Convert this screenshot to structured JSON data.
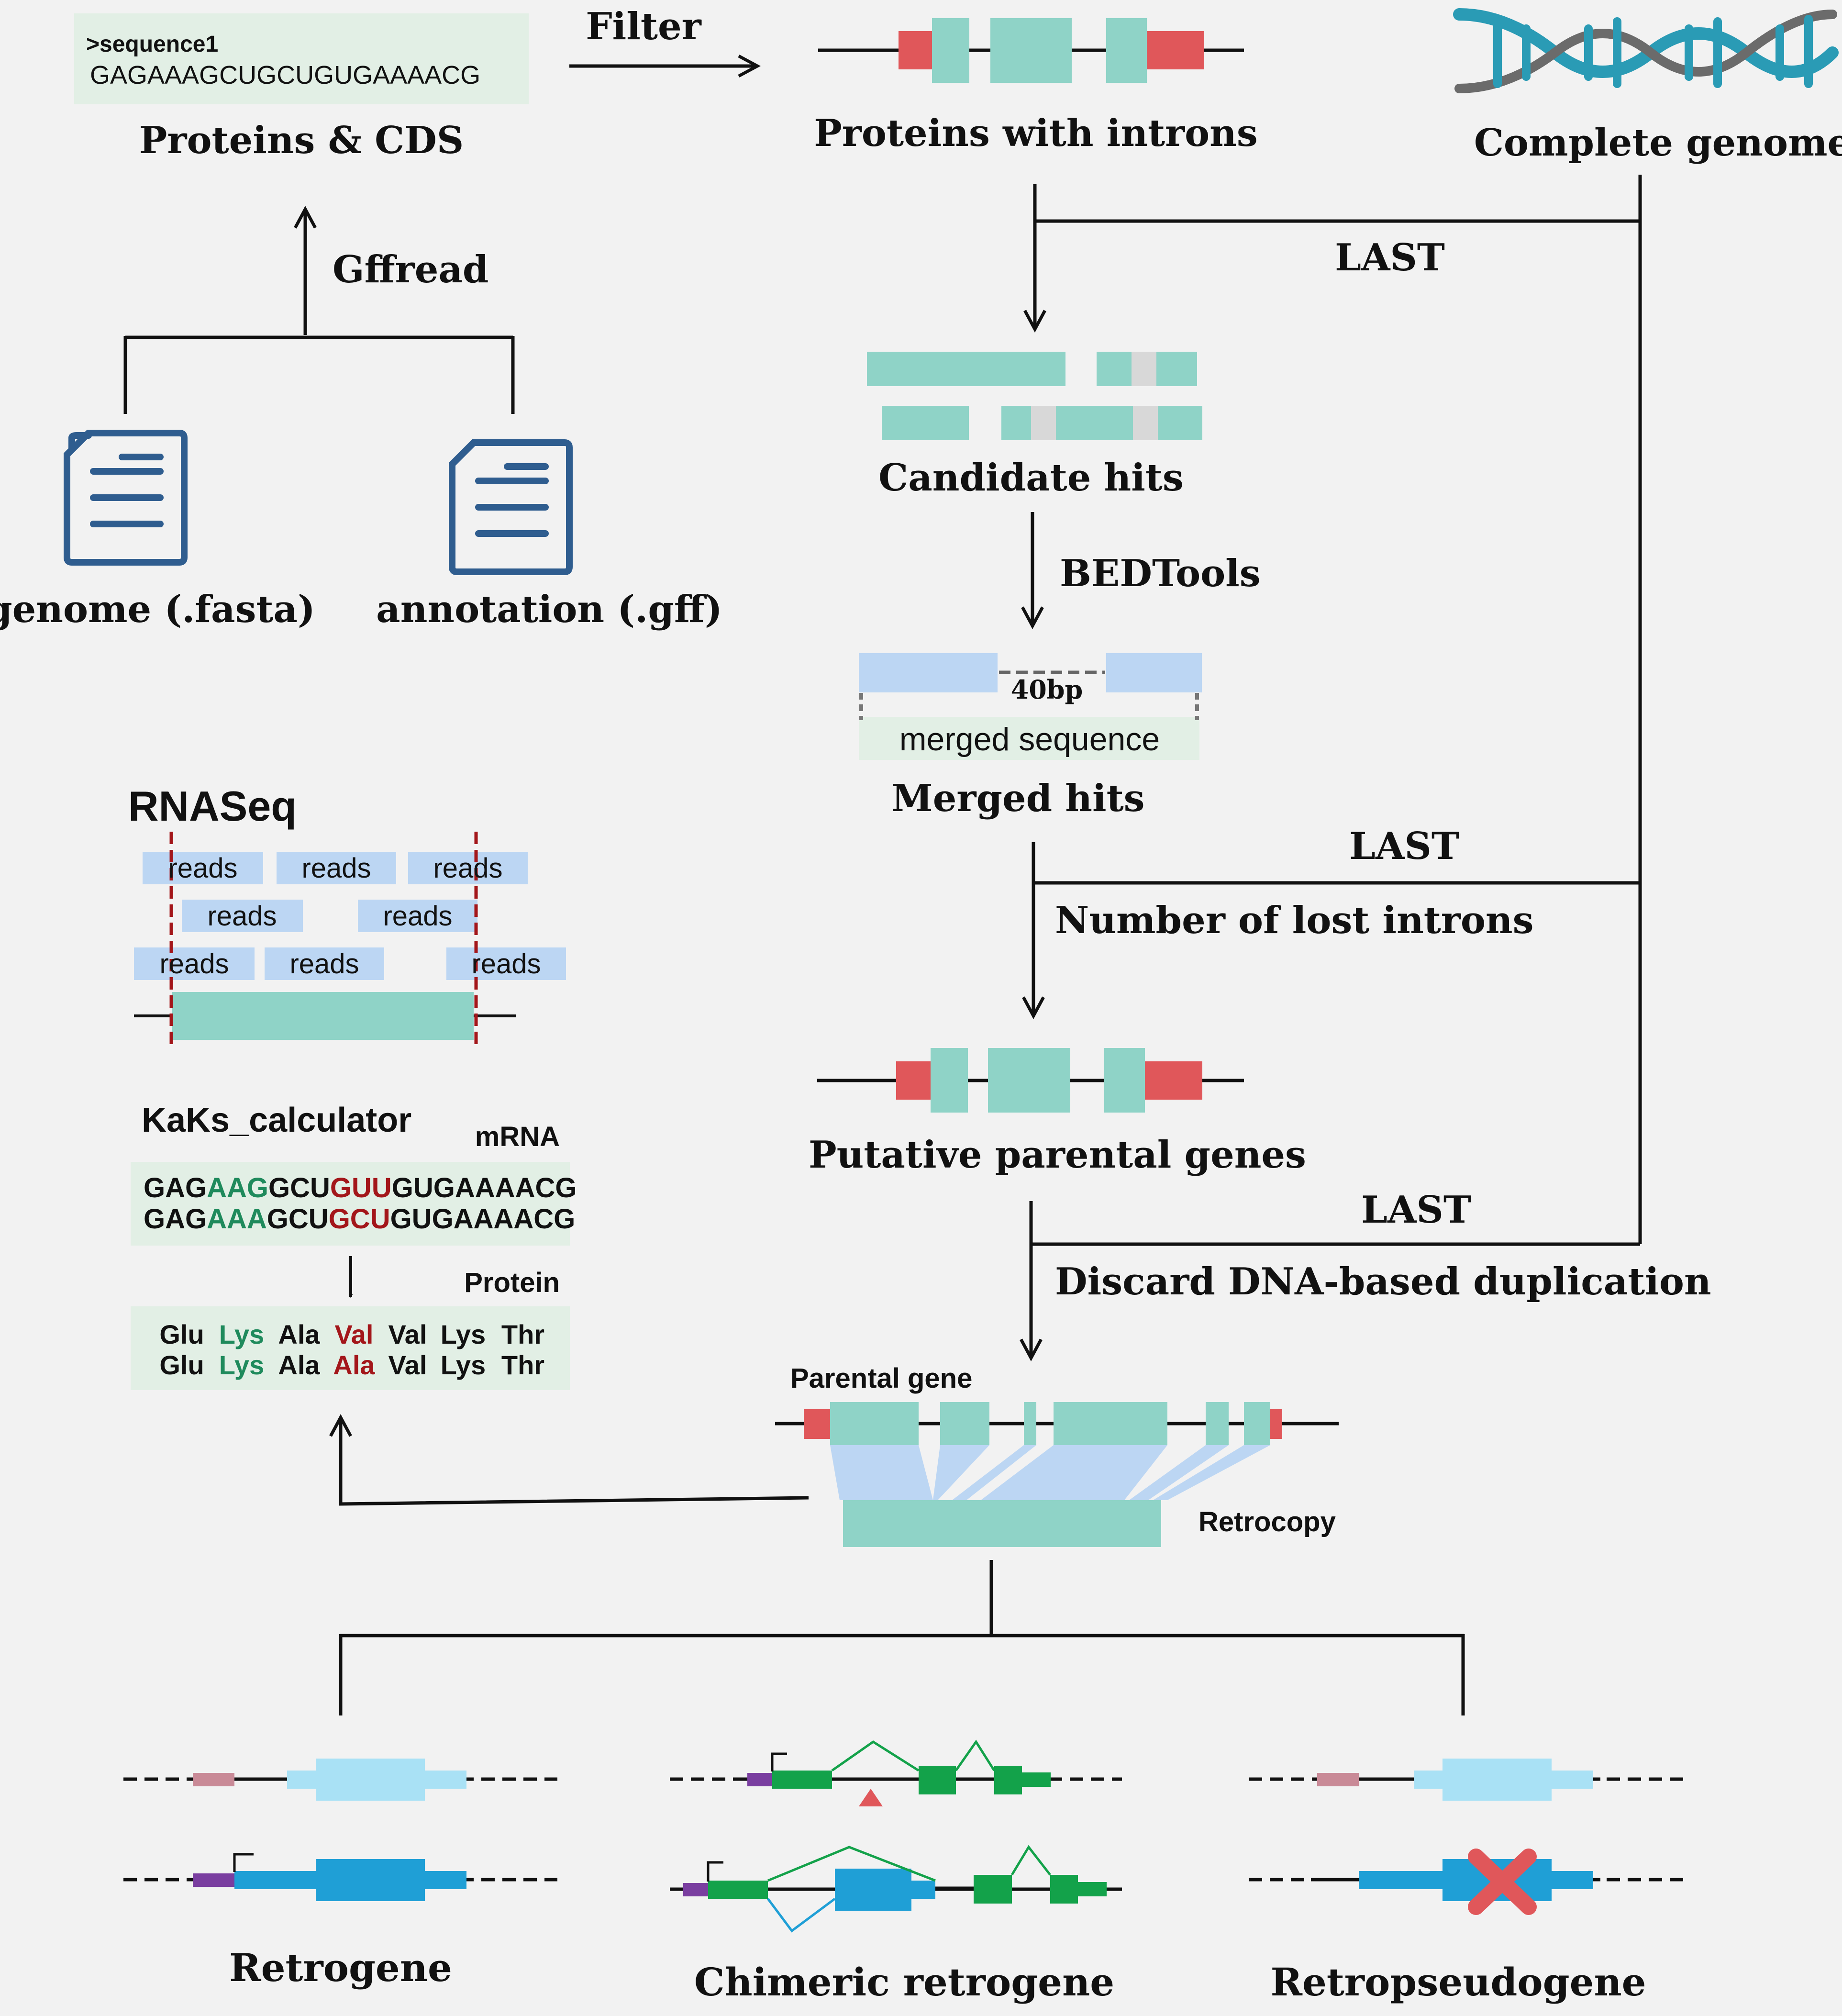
{
  "top_left": {
    "seq_header": ">sequence1",
    "seq": "GAGAAAGCUGCUGUGAAAACG",
    "label": "Proteins & CDS",
    "gffread": "Gffread",
    "genome_label": "genome (.fasta)",
    "annotation_label": "annotation (.gff)"
  },
  "top_right": {
    "filter": "Filter",
    "proteins_introns": "Proteins with introns",
    "complete_genome": "Complete genome"
  },
  "pipeline": {
    "last_1": "LAST",
    "candidate_hits": "Candidate hits",
    "bedtools": "BEDTools",
    "gap_40bp": "40bp",
    "merged_sequence": "merged sequence",
    "merged_hits": "Merged hits",
    "last_2": "LAST",
    "lost_introns": "Number of lost introns",
    "putative_parental": "Putative parental genes",
    "last_3": "LAST",
    "discard_dna": "Discard DNA-based duplication",
    "parental_gene": "Parental gene",
    "retrocopy": "Retrocopy"
  },
  "rnaseq": {
    "title": "RNASeq",
    "reads_row1": [
      "reads",
      "reads",
      "reads"
    ],
    "reads_row2": [
      "reads",
      "reads"
    ],
    "reads_row3": [
      "reads",
      "reads",
      "reads"
    ]
  },
  "kaks": {
    "title": "KaKs_calculator",
    "mrna_label": "mRNA",
    "mrna_line1": [
      "GAG",
      "AAG",
      "GCU",
      "GUU",
      "GUGAAAACG"
    ],
    "mrna_line2": [
      "GAG",
      "AAA",
      "GCU",
      "GCU",
      "GUGAAAACG"
    ],
    "protein_label": "Protein",
    "protein_line1": [
      "Glu",
      "Lys",
      "Ala",
      "Val",
      "Val",
      "Lys",
      "Thr"
    ],
    "protein_line2": [
      "Glu",
      "Lys",
      "Ala",
      "Ala",
      "Val",
      "Lys",
      "Thr"
    ]
  },
  "outcomes": [
    "Retrogene",
    "Chimeric retrogene",
    "Retropseudogene"
  ],
  "colors": {
    "teal": "#8fd3c7",
    "red": "#e0575a",
    "light_blue": "#bcd6f3",
    "sky_blue": "#a9e1f5",
    "strong_blue": "#1f9fd6",
    "green": "#13a24a",
    "purple": "#7a3ea0",
    "pink": "#c98a97",
    "dark_red": "#a3161a",
    "seq_green": "#1f8a5c",
    "dna_teal": "#2a9bb5",
    "dna_gray": "#6b6b6b",
    "doc_blue": "#2f5d8f",
    "pale_green_box": "#e2efe5"
  }
}
